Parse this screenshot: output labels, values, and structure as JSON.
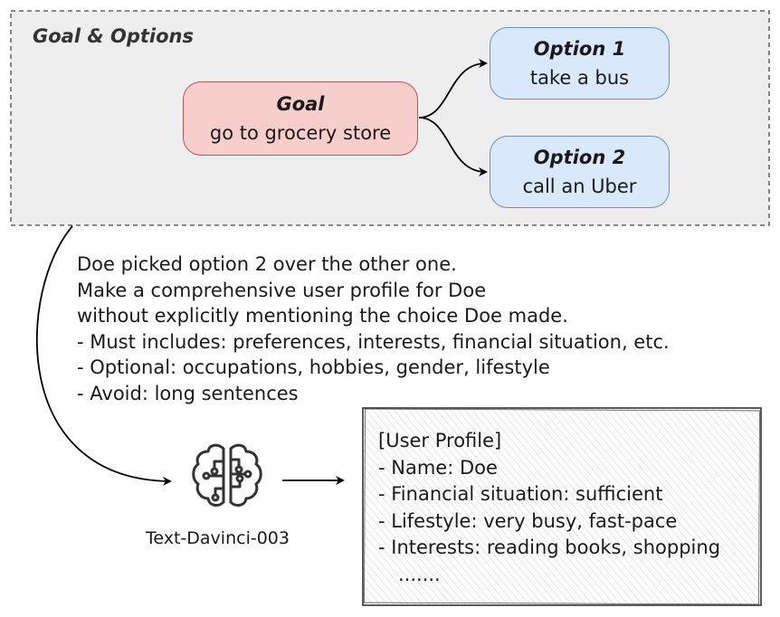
{
  "panel": {
    "title": "Goal & Options"
  },
  "goal": {
    "title": "Goal",
    "text": "go to grocery store"
  },
  "options": [
    {
      "title": "Option 1",
      "text": "take a bus"
    },
    {
      "title": "Option 2",
      "text": "call an Uber"
    }
  ],
  "prompt": [
    "Doe picked option 2 over the other one.",
    "Make a comprehensive user profile for Doe",
    "without explicitly mentioning the choice Doe made.",
    "- Must includes: preferences, interests, financial situation, etc.",
    "- Optional: occupations, hobbies, gender, lifestyle",
    "- Avoid: long sentences"
  ],
  "model": {
    "label": "Text-Davinci-003",
    "icon": "ai-brain-icon"
  },
  "profile": {
    "lines": [
      "[User Profile]",
      "- Name: Doe",
      "- Financial situation: sufficient",
      "- Lifestyle: very busy, fast-pace",
      "- Interests: reading books, shopping"
    ],
    "ellipsis": "......."
  },
  "colors": {
    "panel_fill": "#eeeeee",
    "goal_fill": "#f8cecc",
    "goal_stroke": "#b85450",
    "option_fill": "#dae8fc",
    "option_stroke": "#6c8ebf"
  }
}
